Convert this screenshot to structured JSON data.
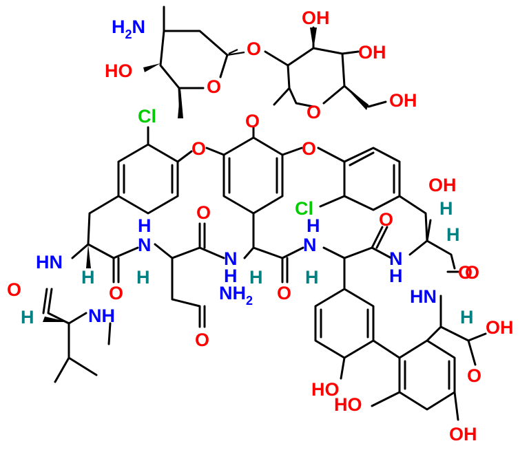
{
  "colors": {
    "oxygen": "#ff0000",
    "nitrogen": "#0000ff",
    "chlorine": "#00cc00",
    "hydrogen": "#008080",
    "carbon": "#000000"
  },
  "atoms": {
    "h2n_sugar": {
      "main": "H",
      "sub": "2",
      "tail": "N",
      "element": "nitrogen"
    },
    "ho_sugar1": {
      "text": "HO",
      "element": "oxygen"
    },
    "o_ring1": {
      "text": "O",
      "element": "oxygen"
    },
    "o_link1": {
      "text": "O",
      "element": "oxygen"
    },
    "oh_top": {
      "text": "OH",
      "element": "oxygen"
    },
    "oh_top2": {
      "text": "OH",
      "element": "oxygen"
    },
    "oh_ch2": {
      "text": "OH",
      "element": "oxygen"
    },
    "o_ring2": {
      "text": "O",
      "element": "oxygen"
    },
    "o_link2": {
      "text": "O",
      "element": "oxygen"
    },
    "cl_left": {
      "text": "Cl",
      "element": "chlorine"
    },
    "o_ether1": {
      "text": "O",
      "element": "oxygen"
    },
    "o_ether2": {
      "text": "O",
      "element": "oxygen"
    },
    "cl_right": {
      "text": "Cl",
      "element": "chlorine"
    },
    "oh_right": {
      "text": "OH",
      "element": "oxygen"
    },
    "h_right1": {
      "text": "H",
      "element": "hydrogen"
    },
    "h_right2": {
      "text": "H",
      "element": "hydrogen"
    },
    "h_nh1": {
      "text": "H",
      "element": "nitrogen"
    },
    "n_nh1": {
      "text": "N",
      "element": "nitrogen"
    },
    "o_amide1": {
      "text": "O",
      "element": "oxygen"
    },
    "h_nh2": {
      "text": "H",
      "element": "nitrogen"
    },
    "n_nh2": {
      "text": "N",
      "element": "nitrogen"
    },
    "o_amide2": {
      "text": "O",
      "element": "oxygen"
    },
    "hn_left": {
      "text": "HN",
      "element": "nitrogen"
    },
    "h_alpha1": {
      "text": "H",
      "element": "hydrogen"
    },
    "o_amide3": {
      "text": "O",
      "element": "oxygen"
    },
    "h_alpha2": {
      "text": "H",
      "element": "hydrogen"
    },
    "o_amide4": {
      "text": "O",
      "element": "oxygen"
    },
    "n_mid": {
      "text": "N",
      "element": "nitrogen"
    },
    "h_mid": {
      "text": "H",
      "element": "nitrogen"
    },
    "h_alpha3": {
      "text": "H",
      "element": "hydrogen"
    },
    "nh2_amide": {
      "main": "NH",
      "sub": "2",
      "element": "nitrogen"
    },
    "o_amide5": {
      "text": "O",
      "element": "oxygen"
    },
    "o_amide6": {
      "text": "O",
      "element": "oxygen"
    },
    "h_alpha4": {
      "text": "H",
      "element": "hydrogen"
    },
    "n_amide7": {
      "text": "N",
      "element": "nitrogen"
    },
    "h_amide7": {
      "text": "H",
      "element": "nitrogen"
    },
    "o_amide7": {
      "text": "O",
      "element": "oxygen"
    },
    "hn_ring": {
      "text": "HN",
      "element": "nitrogen"
    },
    "oh_acid": {
      "text": "OH",
      "element": "oxygen"
    },
    "h_acid": {
      "text": "H",
      "element": "hydrogen"
    },
    "o_acid": {
      "text": "O",
      "element": "oxygen"
    },
    "o_left_amide": {
      "text": "O",
      "element": "oxygen"
    },
    "h_leu": {
      "text": "H",
      "element": "hydrogen"
    },
    "nh_methyl": {
      "text": "NH",
      "element": "nitrogen"
    },
    "o_nh2": {
      "text": "O",
      "element": "oxygen"
    },
    "ho_phenol": {
      "text": "HO",
      "element": "oxygen"
    },
    "ho_res1": {
      "text": "HO",
      "element": "oxygen"
    },
    "oh_res2": {
      "text": "OH",
      "element": "oxygen"
    }
  }
}
